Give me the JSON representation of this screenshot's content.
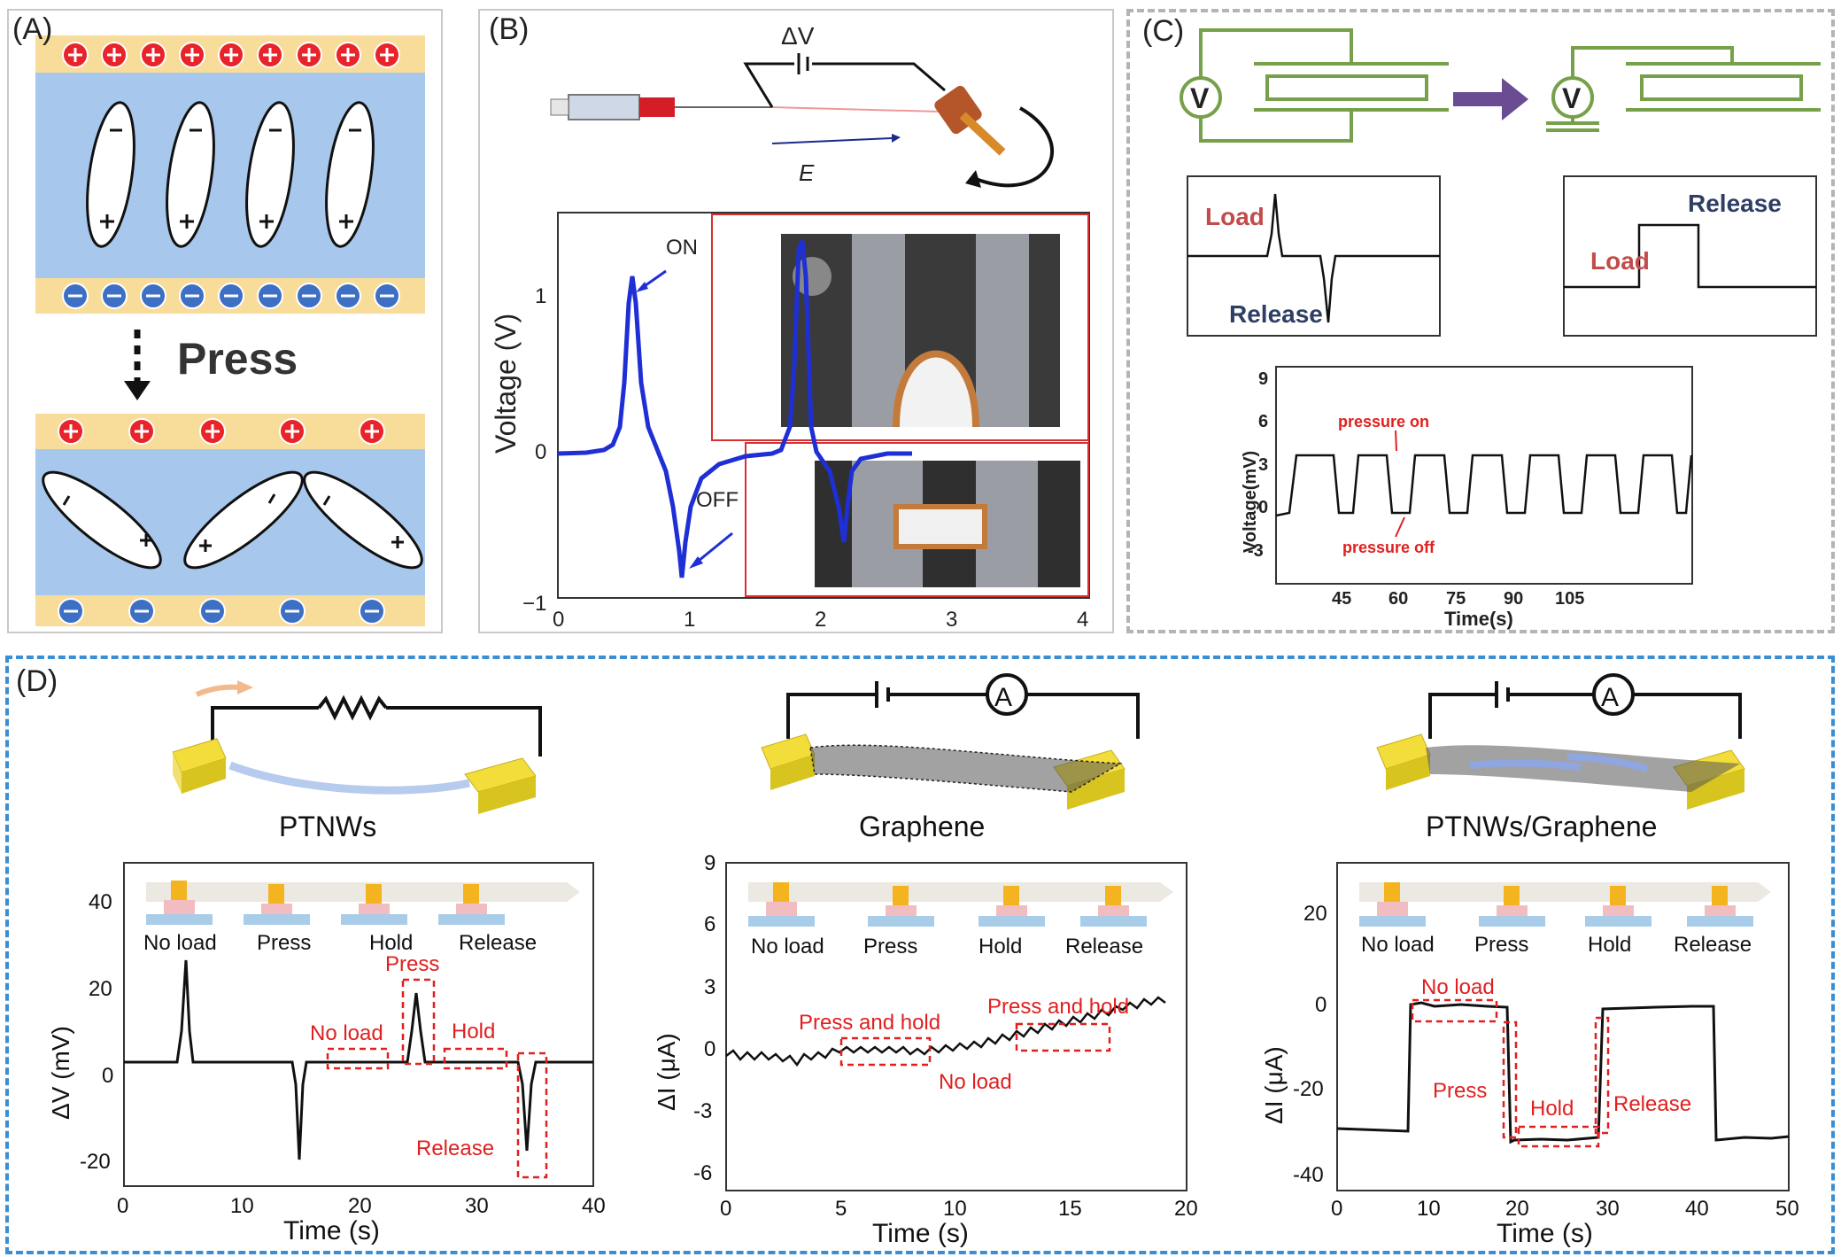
{
  "panelA": {
    "label": "(A)",
    "press": "Press"
  },
  "panelB": {
    "label": "(B)",
    "delta_v": "ΔV",
    "field": "E",
    "on": "ON",
    "off": "OFF",
    "ylabel": "Voltage (V)",
    "yticks": [
      "1",
      "0",
      "−1"
    ],
    "xticks": [
      "0",
      "1",
      "2",
      "3",
      "4"
    ]
  },
  "panelC": {
    "label": "(C)",
    "meter": "V",
    "load": "Load",
    "release": "Release",
    "plot": {
      "ylabel": "Voltage(mV)",
      "xlabel": "Time(s)",
      "yticks": [
        "9",
        "6",
        "3",
        "0",
        "-3"
      ],
      "xticks": [
        "45",
        "60",
        "75",
        "90",
        "105"
      ],
      "ann_on": "pressure on",
      "ann_off": "pressure off"
    }
  },
  "panelD": {
    "label": "(D)",
    "ammeter": "A",
    "stages": [
      "No load",
      "Press",
      "Hold",
      "Release"
    ],
    "titles": [
      "PTNWs",
      "Graphene",
      "PTNWs/Graphene"
    ],
    "charts": [
      {
        "ylabel": "ΔV (mV)",
        "xlabel": "Time (s)",
        "yticks": [
          "40",
          "20",
          "0",
          "-20"
        ],
        "xticks": [
          "0",
          "10",
          "20",
          "30",
          "40"
        ],
        "annotations": [
          "No load",
          "Press",
          "Hold",
          "Release"
        ]
      },
      {
        "ylabel": "ΔI (μA)",
        "xlabel": "Time (s)",
        "yticks": [
          "9",
          "6",
          "3",
          "0",
          "-3",
          "-6"
        ],
        "xticks": [
          "0",
          "5",
          "10",
          "15",
          "20"
        ],
        "annotations": [
          "Press and hold",
          "No load",
          "Press and hold"
        ]
      },
      {
        "ylabel": "ΔI (μA)",
        "xlabel": "Time (s)",
        "yticks": [
          "20",
          "0",
          "-20",
          "-40"
        ],
        "xticks": [
          "0",
          "10",
          "20",
          "30",
          "40",
          "50"
        ],
        "annotations": [
          "No load",
          "Press",
          "Hold",
          "Release"
        ]
      }
    ]
  },
  "colors": {
    "blue_curve": "#1f2fd6",
    "annotation_red": "#e02020",
    "electrode_yellow": "#f8dc9a",
    "dielectric_blue": "#a7c8ec",
    "circuit_green": "#77a04a",
    "arrow_purple": "#6a4c92",
    "dashed_gray": "#b4b4b4",
    "dashed_blue": "#3a8ed3"
  }
}
